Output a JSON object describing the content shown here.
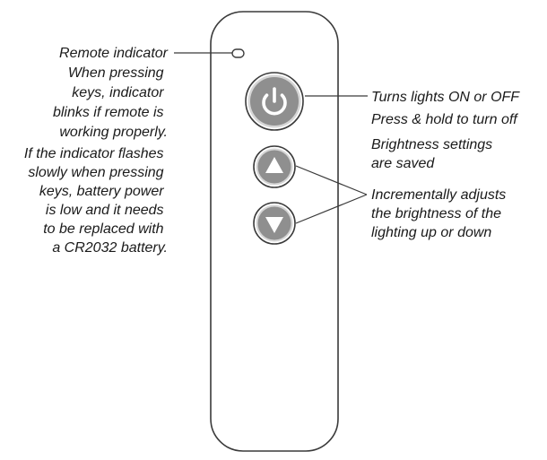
{
  "remote_indicator": {
    "label": "Remote indicator",
    "normal_note": [
      "When pressing",
      "keys, indicator",
      "blinks if remote is",
      "working properly."
    ],
    "battery_note": [
      "If the indicator flashes",
      "slowly when pressing",
      "keys, battery power",
      "is low and it needs",
      "to be replaced with",
      "a CR2032 battery."
    ]
  },
  "power_button": {
    "icon": "power-icon",
    "notes": [
      "Turns lights ON or OFF",
      "Press & hold to turn off"
    ],
    "brightness_note": [
      "Brightness settings",
      "are saved"
    ]
  },
  "brightness_buttons": {
    "up_icon": "triangle-up-icon",
    "down_icon": "triangle-down-icon",
    "note": [
      "Incrementally adjusts",
      "the brightness of the",
      "lighting up or down"
    ]
  },
  "colors": {
    "outline": "#3a3a3a",
    "button_fill": "#8f8f8f",
    "button_ring": "#d6d6d6",
    "icon": "#ffffff",
    "text": "#1a1a1a"
  }
}
